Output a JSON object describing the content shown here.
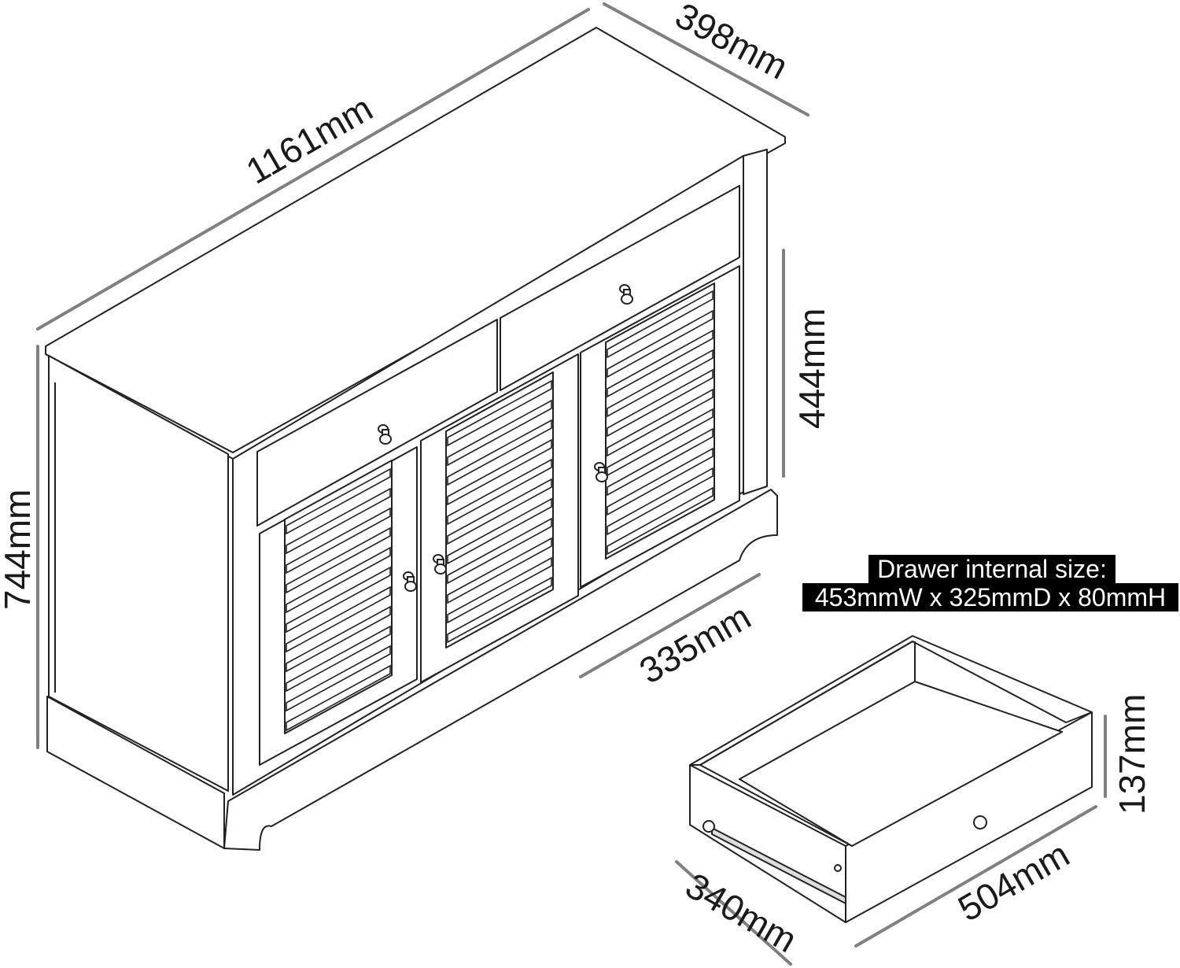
{
  "dimensions": {
    "width": "1161mm",
    "depth": "398mm",
    "height": "744mm",
    "cabinet_interior_height": "444mm",
    "cabinet_interior_depth": "335mm",
    "drawer_height": "137mm",
    "drawer_width": "504mm",
    "drawer_depth": "340mm"
  },
  "note": {
    "line1": "Drawer internal size:",
    "line2": "453mmW x 325mmD x 80mmH"
  },
  "colors": {
    "outline": "#222222",
    "dimension_line": "#808080",
    "note_background": "#000000",
    "note_text": "#ffffff"
  }
}
